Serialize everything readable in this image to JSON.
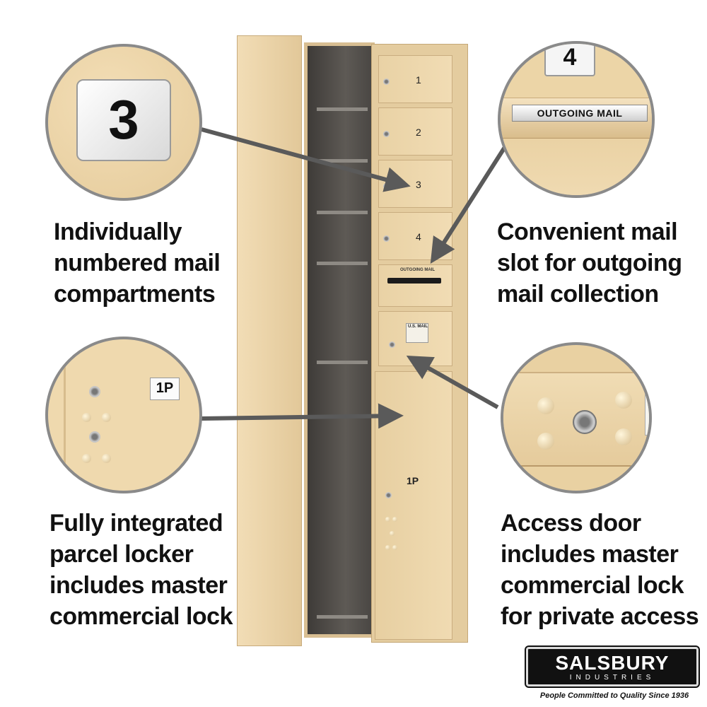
{
  "callouts": {
    "top_left": [
      "Individually",
      "numbered mail",
      "compartments"
    ],
    "top_right": [
      "Convenient mail",
      "slot for outgoing",
      "mail collection"
    ],
    "bottom_left": [
      "Fully integrated",
      "parcel locker",
      "includes master",
      "commercial lock"
    ],
    "bottom_right": [
      "Access door",
      "includes master",
      "commercial lock",
      "for private access"
    ]
  },
  "zoom": {
    "number_plate": "3",
    "top_number": "4",
    "outgoing_label": "OUTGOING MAIL",
    "parcel_label": "1P"
  },
  "mailbox": {
    "door_numbers": [
      "1",
      "2",
      "3",
      "4"
    ],
    "slot_label": "OUTGOING MAIL",
    "access_label": "U.S. MAIL",
    "parcel_label": "1P"
  },
  "brand": {
    "name": "SALSBURY",
    "sub": "INDUSTRIES",
    "tagline": "People Committed to Quality Since 1936"
  },
  "colors": {
    "cabinet": "#ecd5a8",
    "arrow": "#5a5a5a",
    "text": "#111111"
  }
}
